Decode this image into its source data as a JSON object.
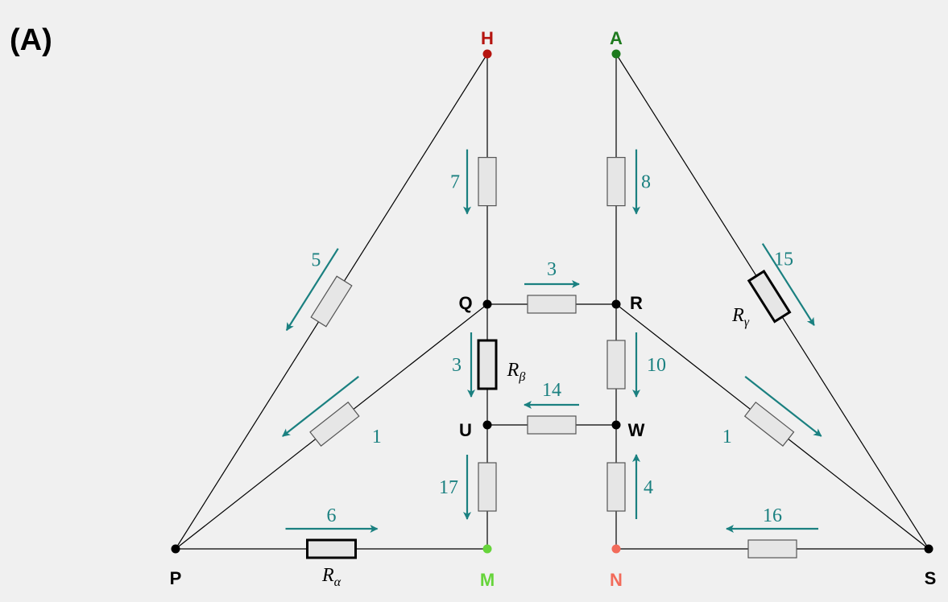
{
  "panel_label": "(A)",
  "colors": {
    "background": "#f0f0f0",
    "wire": "#000000",
    "resistor_fill": "#e6e6e6",
    "resistor_stroke": "#555555",
    "current": "#1a8080",
    "node_H": "#b5140f",
    "node_A": "#1e7a1e",
    "node_M": "#66d43a",
    "node_N": "#f26b5a",
    "node_default": "#000000"
  },
  "nodes": [
    {
      "id": "H",
      "label": "H",
      "color": "#b5140f"
    },
    {
      "id": "A",
      "label": "A",
      "color": "#1e7a1e"
    },
    {
      "id": "Q",
      "label": "Q",
      "color": "#000000"
    },
    {
      "id": "R",
      "label": "R",
      "color": "#000000"
    },
    {
      "id": "U",
      "label": "U",
      "color": "#000000"
    },
    {
      "id": "W",
      "label": "W",
      "color": "#000000"
    },
    {
      "id": "P",
      "label": "P",
      "color": "#000000"
    },
    {
      "id": "M",
      "label": "M",
      "color": "#66d43a"
    },
    {
      "id": "N",
      "label": "N",
      "color": "#f26b5a"
    },
    {
      "id": "S",
      "label": "S",
      "color": "#000000"
    }
  ],
  "branches": [
    {
      "id": "H-Q",
      "from": "H",
      "to": "Q",
      "current": "7",
      "highlighted": false
    },
    {
      "id": "A-R",
      "from": "A",
      "to": "R",
      "current": "8",
      "highlighted": false
    },
    {
      "id": "H-P",
      "from": "H",
      "to": "P",
      "current": "5",
      "highlighted": false
    },
    {
      "id": "A-S",
      "from": "A",
      "to": "S",
      "current": "15",
      "highlighted": true,
      "label": "R",
      "sub": "γ"
    },
    {
      "id": "Q-R",
      "from": "Q",
      "to": "R",
      "current": "3",
      "highlighted": false
    },
    {
      "id": "Q-U",
      "from": "Q",
      "to": "U",
      "current": "3",
      "highlighted": true,
      "label": "R",
      "sub": "β"
    },
    {
      "id": "R-W",
      "from": "R",
      "to": "W",
      "current": "10",
      "highlighted": false
    },
    {
      "id": "Q-P",
      "from": "Q",
      "to": "P",
      "current": "1",
      "highlighted": false
    },
    {
      "id": "R-S",
      "from": "R",
      "to": "S",
      "current": "1",
      "highlighted": false
    },
    {
      "id": "W-U",
      "from": "W",
      "to": "U",
      "current": "14",
      "highlighted": false
    },
    {
      "id": "U-M",
      "from": "U",
      "to": "M",
      "current": "17",
      "highlighted": false
    },
    {
      "id": "N-W",
      "from": "N",
      "to": "W",
      "current": "4",
      "highlighted": false
    },
    {
      "id": "P-M",
      "from": "P",
      "to": "M",
      "current": "6",
      "highlighted": true,
      "label": "R",
      "sub": "α"
    },
    {
      "id": "S-N",
      "from": "S",
      "to": "N",
      "current": "16",
      "highlighted": false
    }
  ]
}
